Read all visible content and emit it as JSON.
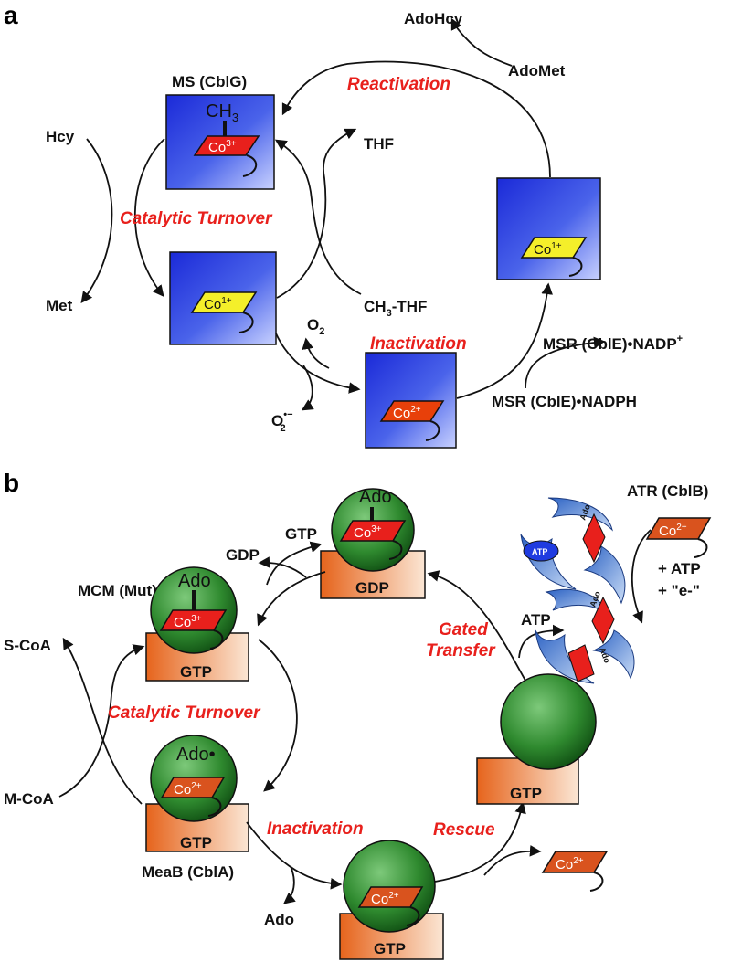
{
  "colors": {
    "accent_red": "#e8201c",
    "blue_box": "#1f3de0",
    "green_sphere": "#2e8a2e",
    "orange_box": "#e8752a",
    "co3_red": "#e8201c",
    "co2_orange": "#d9531e",
    "co1_yellow": "#f4ef2a",
    "atr_blue": "#4d84d6"
  },
  "panel_a": {
    "letter": "a",
    "ms_label": "MS (CblG)",
    "reactivation": "Reactivation",
    "catalytic_turnover": "Catalytic Turnover",
    "inactivation": "Inactivation",
    "ado_hcy": "AdoHcy",
    "ado_met": "AdoMet",
    "hcy": "Hcy",
    "met": "Met",
    "thf": "THF",
    "ch3_thf": "CH3-THF",
    "ch3_thf_main": "CH",
    "ch3_thf_sub": "3",
    "ch3_thf_tail": "-THF",
    "o2_main": "O",
    "o2_sub": "2",
    "superoxide_main": "O",
    "superoxide_sup": "•−",
    "superoxide_sub": "2",
    "msr_nadp_main": "MSR (CblE)•NADP",
    "msr_nadp_sup": "+",
    "msr_nadph": "MSR (CblE)•NADPH",
    "ch3_cofactor_main": "CH",
    "ch3_cofactor_sub": "3",
    "co3": "Co",
    "co3_sup": "3+",
    "co1": "Co",
    "co1_sup": "1+",
    "co2": "Co",
    "co2_sup": "2+"
  },
  "panel_b": {
    "letter": "b",
    "mcm_label": "MCM (Mut)",
    "meab_label": "MeaB (CblA)",
    "atr_label": "ATR (CblB)",
    "catalytic_turnover": "Catalytic Turnover",
    "inactivation": "Inactivation",
    "rescue": "Rescue",
    "gated": "Gated",
    "transfer": "Transfer",
    "gtp": "GTP",
    "gdp": "GDP",
    "s_coa": "S-CoA",
    "m_coa": "M-CoA",
    "ado": "Ado",
    "ado_radical": "Ado•",
    "atp": "ATP",
    "plus_atp": "+ ATP",
    "plus_e": "+ \"e-\"",
    "co3": "Co",
    "co3_sup": "3+",
    "co2": "Co",
    "co2_sup": "2+"
  }
}
